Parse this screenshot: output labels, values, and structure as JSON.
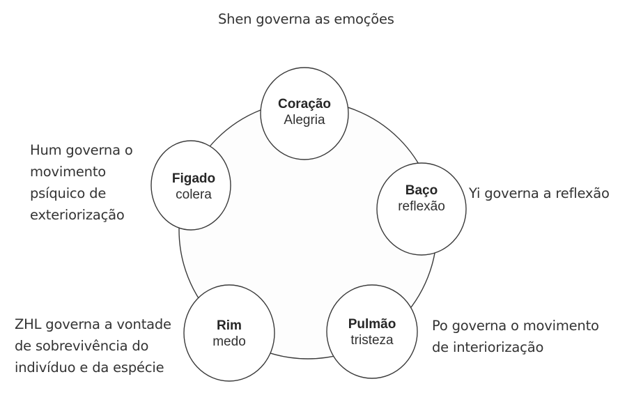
{
  "title": "Shen governa as emoções",
  "colors": {
    "stroke": "#3a3a3a",
    "text": "#333333",
    "background": "#ffffff"
  },
  "organs": [
    {
      "id": "coracao",
      "name": "Coração",
      "emotion": "Alegria"
    },
    {
      "id": "figado",
      "name": "Figado",
      "emotion": "colera"
    },
    {
      "id": "baco",
      "name": "Baço",
      "emotion": "reflexão"
    },
    {
      "id": "rim",
      "name": "Rim",
      "emotion": "medo"
    },
    {
      "id": "pulmao",
      "name": "Pulmão",
      "emotion": "tristeza"
    }
  ],
  "notes": {
    "figado": [
      "Hum governa o",
      "movimento",
      "psíquico de",
      "exteriorização"
    ],
    "baco": [
      "Yi governa a reflexão"
    ],
    "rim": [
      "ZHL governa a vontade",
      "de sobrevivência do",
      "indivíduo e da espécie"
    ],
    "pulmao": [
      "Po governa o movimento",
      "de interiorização"
    ]
  }
}
